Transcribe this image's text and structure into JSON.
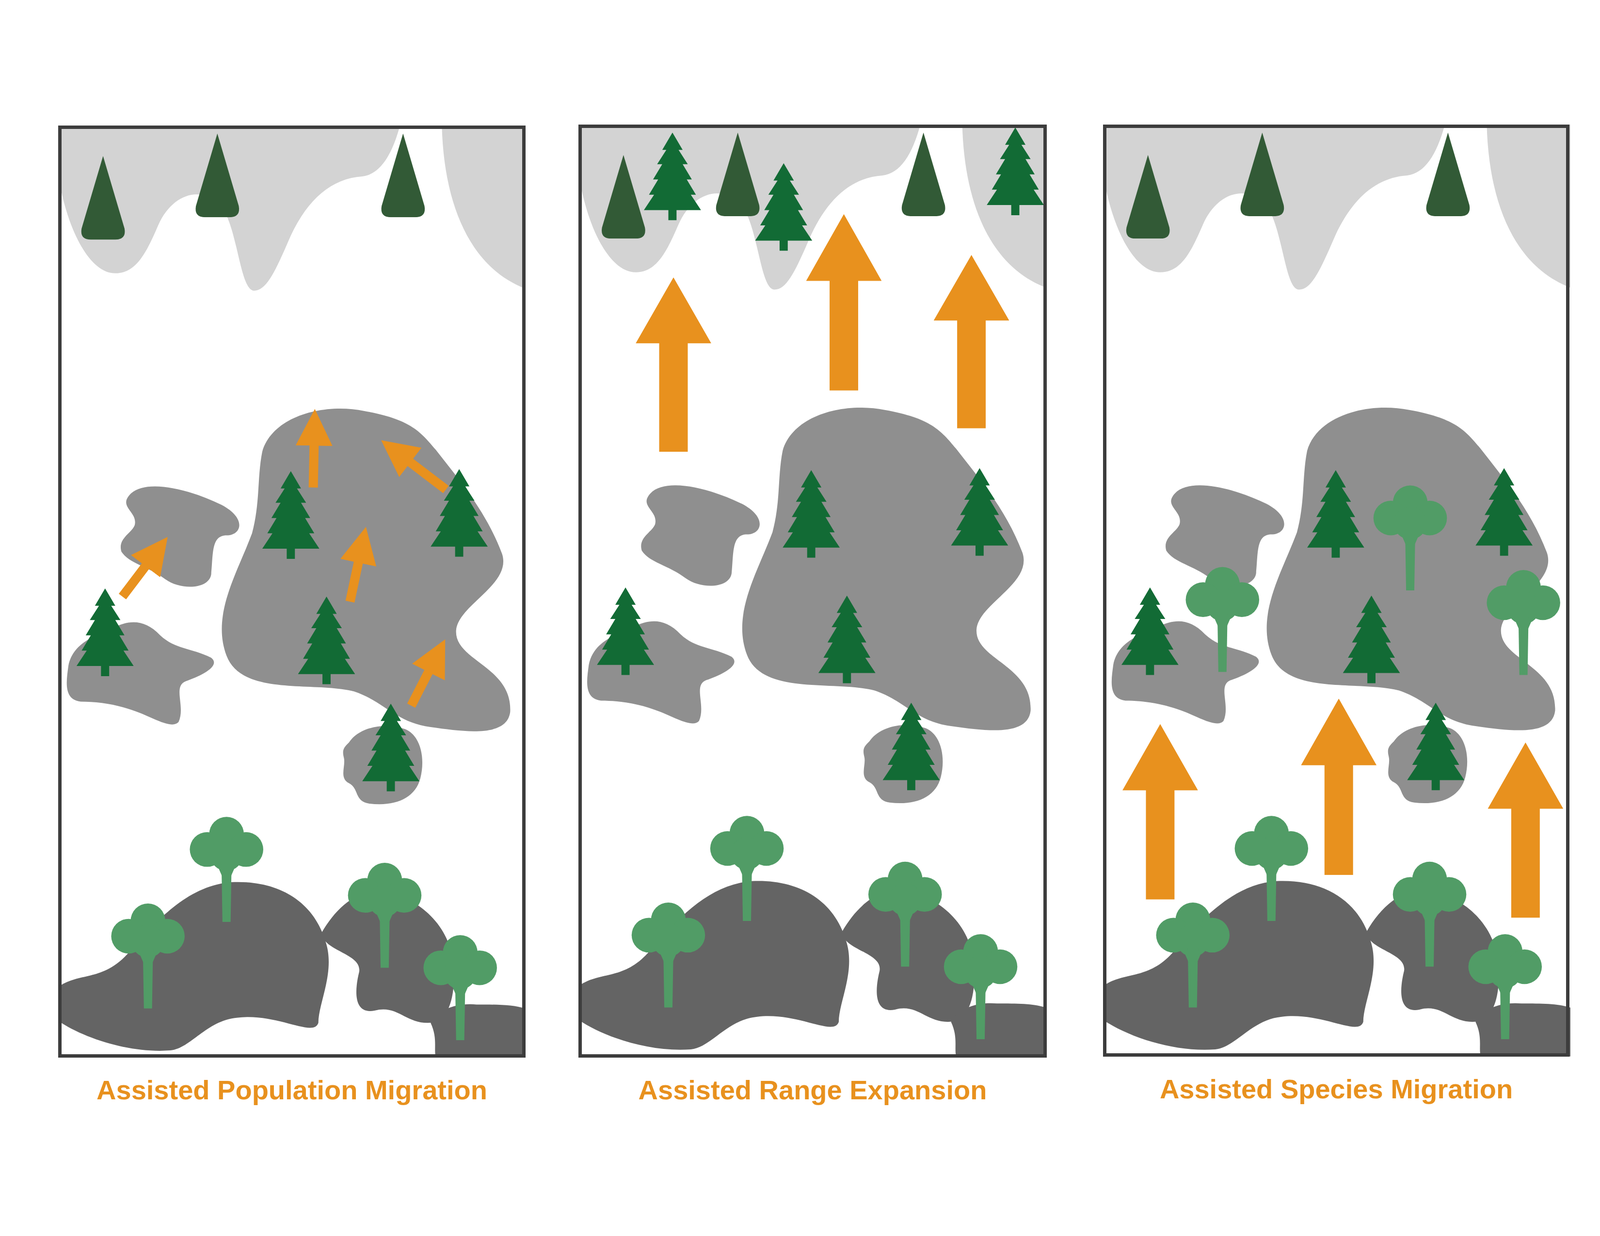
{
  "diagram": {
    "nodes": [
      {
        "text": [
          "Assisted Population Migration"
        ]
      },
      {
        "text": [
          "Assisted Range Expansion"
        ]
      },
      {
        "text": [
          "Assisted Species Migration"
        ]
      }
    ]
  }
}
